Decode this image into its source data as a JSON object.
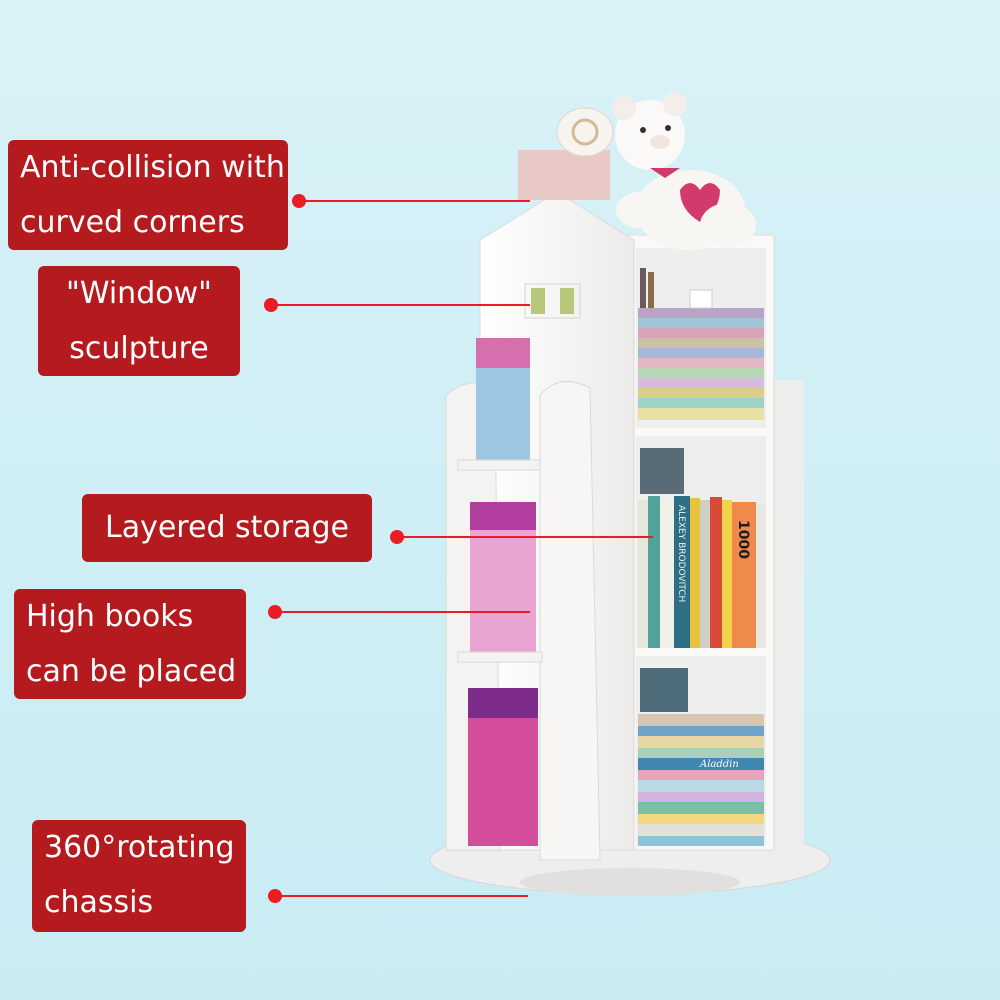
{
  "callouts": [
    {
      "line1": "Anti-collision with",
      "line2": "curved corners"
    },
    {
      "line1": "\"Window\"",
      "line2": "sculpture"
    },
    {
      "line1": "Layered storage"
    },
    {
      "line1": "High books",
      "line2": "can be placed"
    },
    {
      "line1": "360°rotating",
      "line2": "chassis"
    }
  ],
  "colors": {
    "label_bg": "#b51a1f",
    "label_text": "#ffffff",
    "pointer": "#ea1c24",
    "background": "#d4f0f6",
    "shelf": "#f7f5f3"
  },
  "book_texts": {
    "book_1000": "1000",
    "book_alexey": "ALEXEY BRODOVITCH",
    "book_aladdin": "Aladdin"
  }
}
